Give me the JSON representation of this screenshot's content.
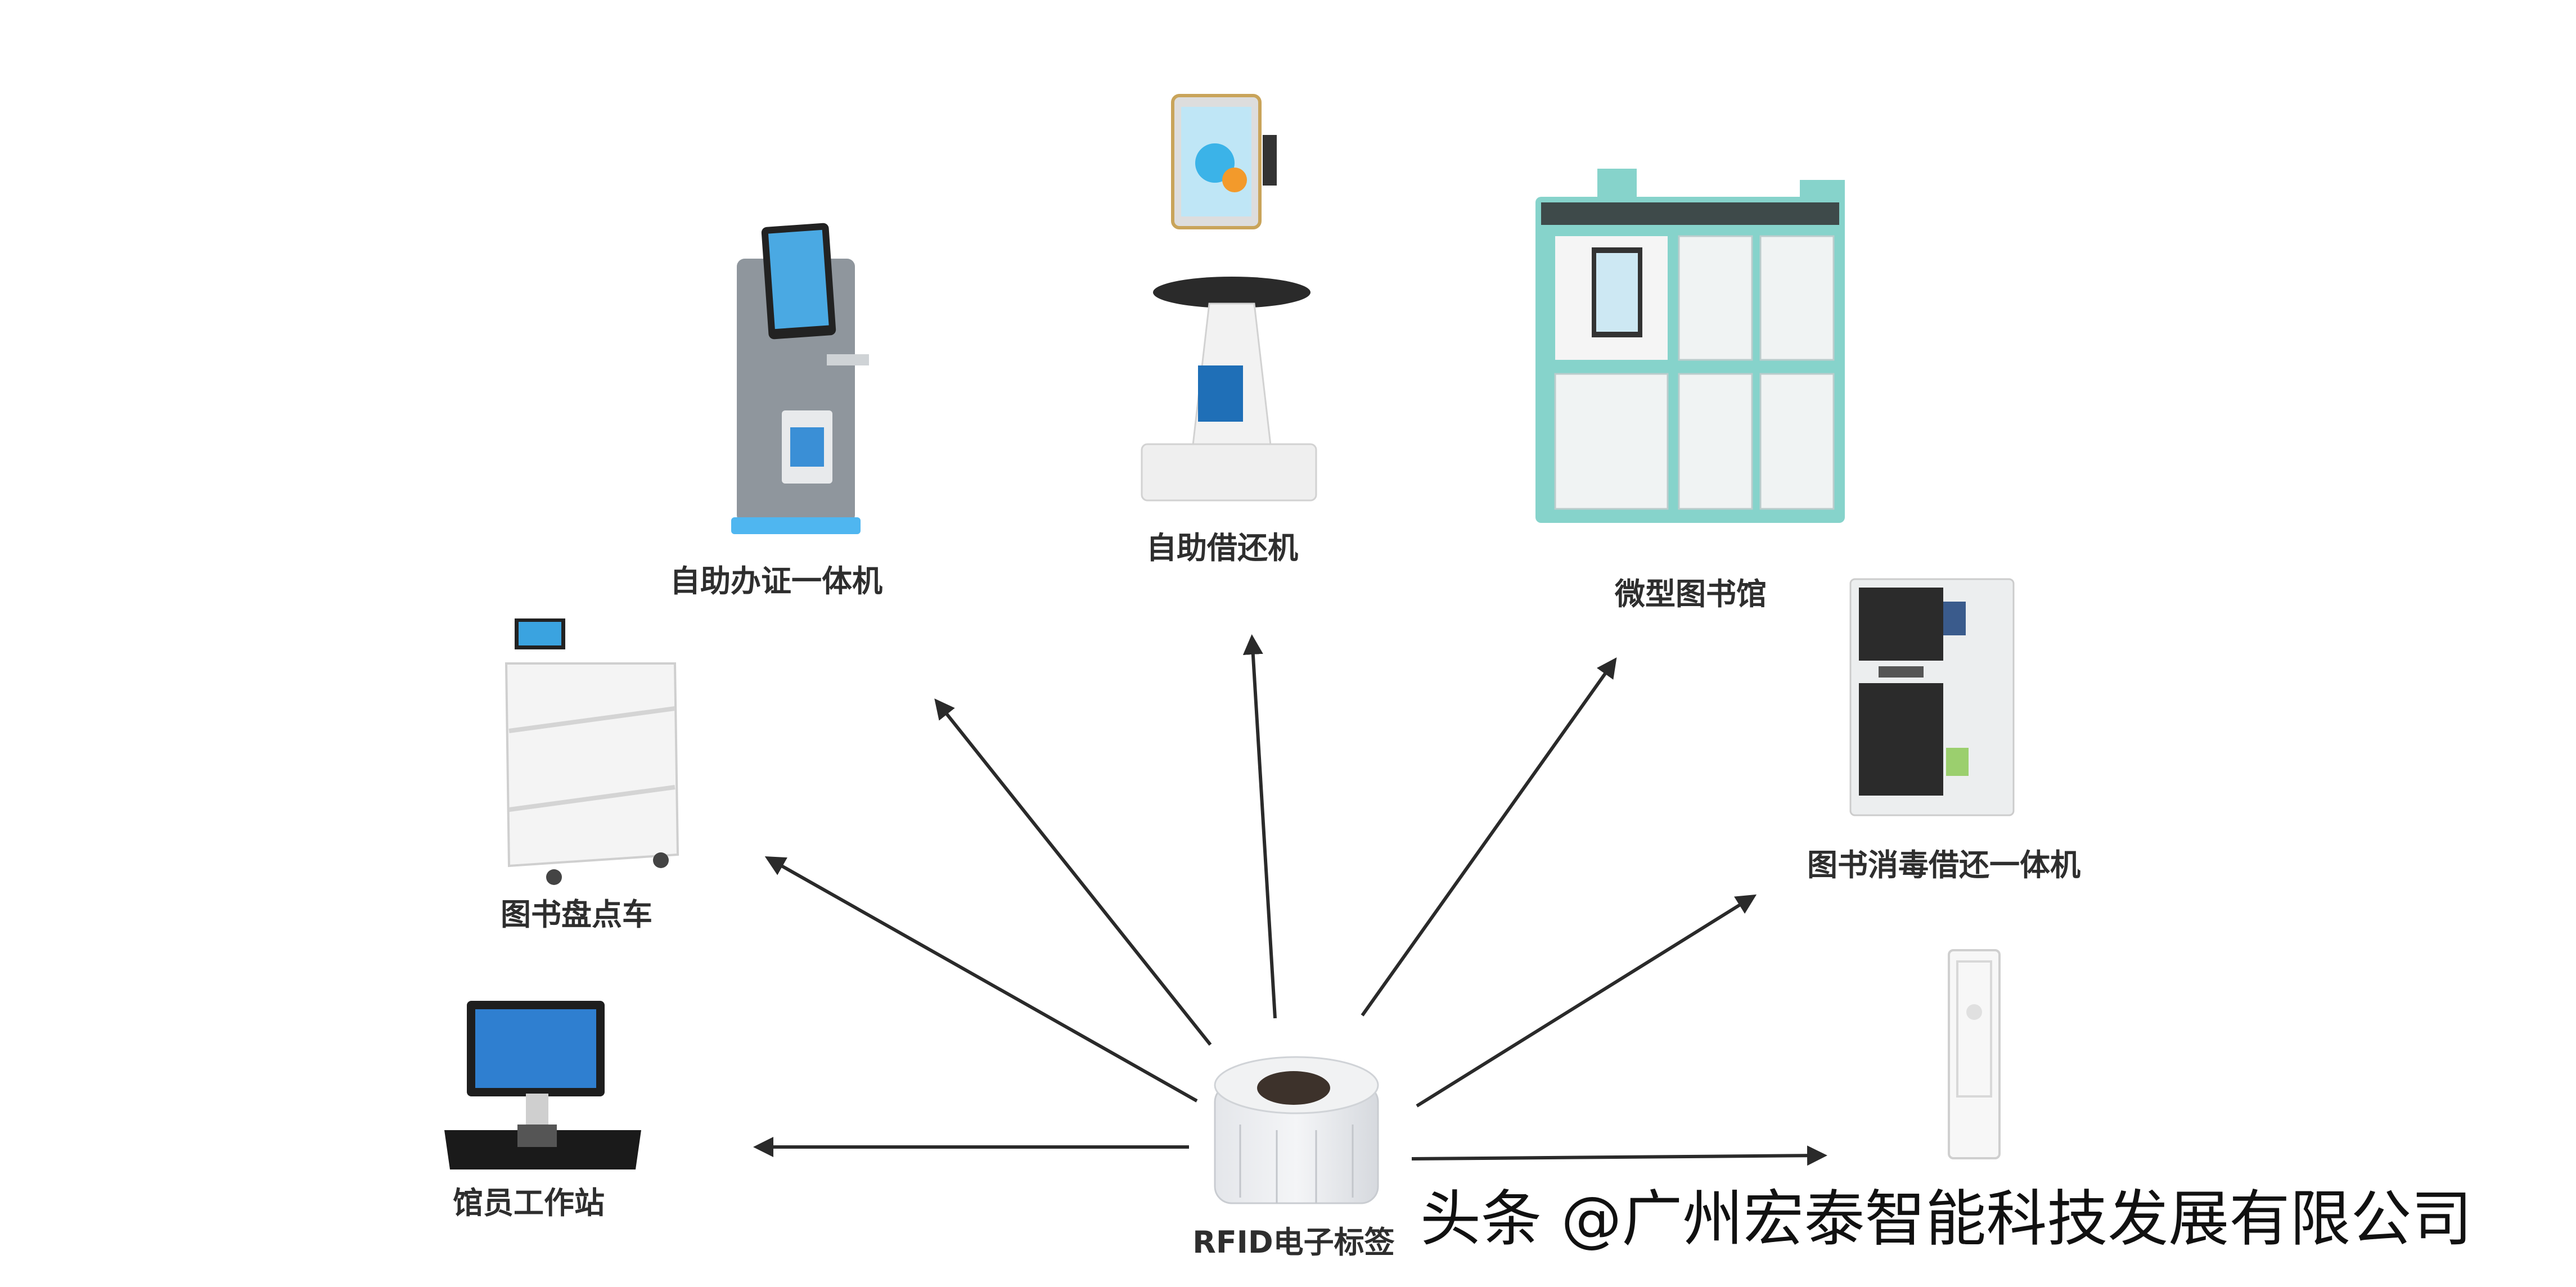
{
  "center": {
    "label": "RFID电子标签"
  },
  "devices": [
    {
      "id": "card-kiosk",
      "label": "自助办证一体机"
    },
    {
      "id": "self-checkout",
      "label": "自助借还机"
    },
    {
      "id": "micro-library",
      "label": "微型图书馆"
    },
    {
      "id": "disinfection-machine",
      "label": "图书消毒借还一体机"
    },
    {
      "id": "inventory-cart",
      "label": "图书盘点车"
    },
    {
      "id": "librarian-workstation",
      "label": "馆员工作站"
    },
    {
      "id": "security-gate",
      "label": ""
    }
  ],
  "watermark": "头条 @广州宏泰智能科技发展有限公司",
  "colors": {
    "teal": "#86d3cb",
    "arrow": "#2a2a2a",
    "label": "#2e2e2e",
    "screen": "#3aa3e0"
  }
}
